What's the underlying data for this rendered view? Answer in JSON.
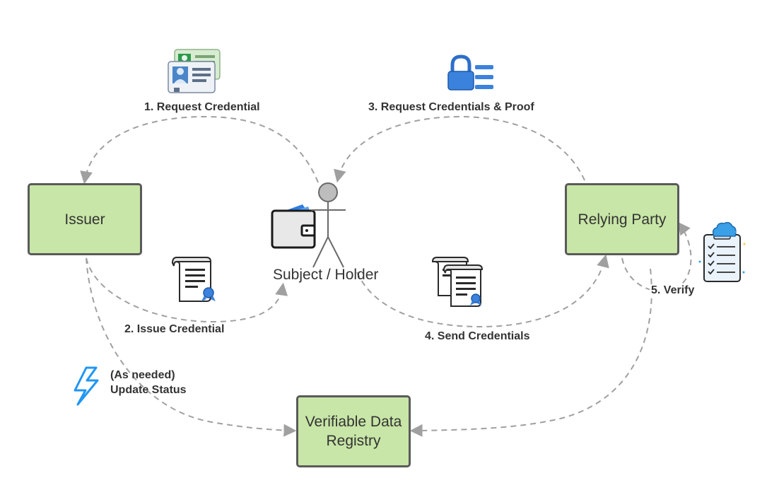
{
  "nodes": {
    "issuer": "Issuer",
    "relying_party": "Relying Party",
    "registry_line1": "Verifiable Data",
    "registry_line2": "Registry",
    "holder": "Subject / Holder"
  },
  "steps": {
    "request_credential": "1. Request Credential",
    "issue_credential": "2. Issue Credential",
    "request_credentials_proof": "3. Request Credentials & Proof",
    "send_credentials": "4. Send Credentials",
    "verify": "5. Verify",
    "update_status_line1": "(As needed)",
    "update_status_line2": "Update Status"
  },
  "icons": {
    "request_credential": "id-cards-icon",
    "issue_credential": "certificate-icon",
    "request_proof": "lock-list-icon",
    "send_credentials": "certificates-stack-icon",
    "verify": "cloud-checklist-icon",
    "update_status": "lightning-icon",
    "holder": "wallet-icon"
  },
  "colors": {
    "box_fill": "#c8e6a7",
    "box_border": "#5a5a5a",
    "arrow": "#a0a0a0",
    "lightning": "#2196f3"
  }
}
